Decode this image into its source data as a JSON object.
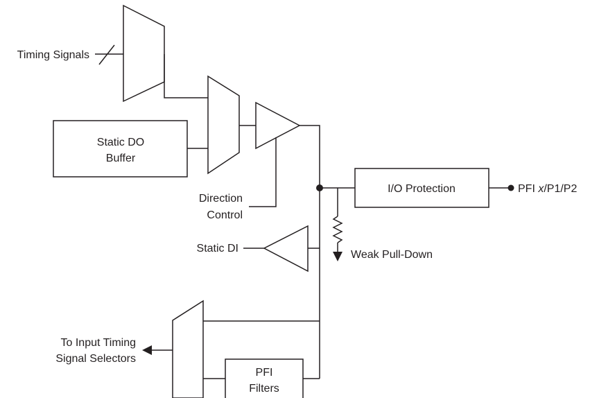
{
  "diagram": {
    "inputs": {
      "timing_signals": "Timing Signals",
      "direction_control_line1": "Direction",
      "direction_control_line2": "Control",
      "static_di": "Static DI"
    },
    "blocks": {
      "static_do_buffer_line1": "Static DO",
      "static_do_buffer_line2": "Buffer",
      "io_protection": "I/O Protection",
      "pfi_filters_line1": "PFI",
      "pfi_filters_line2": "Filters"
    },
    "outputs": {
      "pin_prefix": "PFI ",
      "pin_italic": "x",
      "pin_suffix": "/P1/P2",
      "weak_pull_down": "Weak Pull-Down",
      "to_input_line1": "To Input Timing",
      "to_input_line2": "Signal Selectors"
    }
  }
}
